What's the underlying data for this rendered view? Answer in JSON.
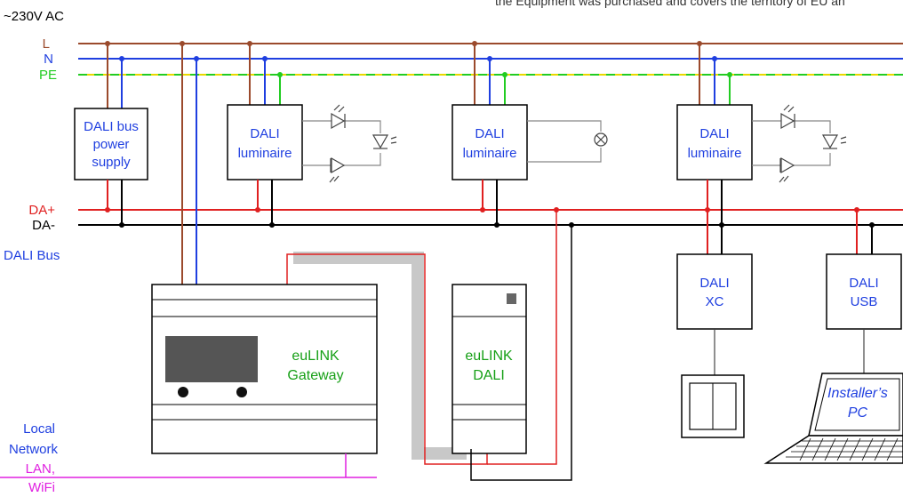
{
  "header_text": "the Equipment was purchased and covers the territory of EU an",
  "supply_label": "~230V AC",
  "lines": {
    "l": "L",
    "n": "N",
    "pe": "PE",
    "da_plus": "DA+",
    "da_minus": "DA-",
    "bus_title": "DALI Bus"
  },
  "devices": {
    "power_supply": [
      "DALI bus",
      "power",
      "supply"
    ],
    "luminaire1": [
      "DALI",
      "luminaire"
    ],
    "luminaire2": [
      "DALI",
      "luminaire"
    ],
    "luminaire3": [
      "DALI",
      "luminaire"
    ],
    "xc": [
      "DALI",
      "XC"
    ],
    "usb": [
      "DALI",
      "USB"
    ],
    "gateway": [
      "euLINK",
      "Gateway"
    ],
    "eulink_dali": [
      "euLINK",
      "DALI"
    ],
    "pc": [
      "Installer’s",
      "PC"
    ]
  },
  "network": {
    "local": [
      "Local",
      "Network"
    ],
    "lan": [
      "LAN,",
      "WiFi"
    ]
  },
  "colors": {
    "L": "#9b4a2c",
    "N": "#1f3fe0",
    "PE_green": "#22cc22",
    "PE_yellow": "#e8d800",
    "DA_plus": "#e02020",
    "DA_minus": "#000000",
    "network": "#e020e0",
    "text_blue": "#1f3fe0"
  }
}
